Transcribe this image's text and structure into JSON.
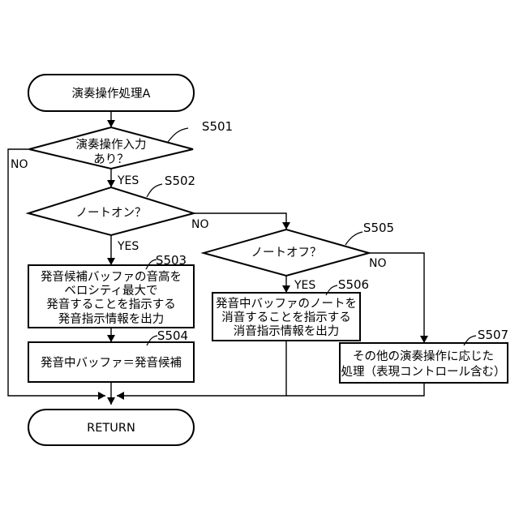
{
  "start": {
    "label": "演奏操作処理A"
  },
  "end": {
    "label": "RETURN"
  },
  "decisions": {
    "s501": {
      "step": "S501",
      "lines": [
        "演奏操作入力",
        "あり？"
      ]
    },
    "s502": {
      "step": "S502",
      "lines": [
        "ノートオン？"
      ]
    },
    "s505": {
      "step": "S505",
      "lines": [
        "ノートオフ？"
      ]
    }
  },
  "processes": {
    "s503": {
      "step": "S503",
      "lines": [
        "発音候補バッファの音高を",
        "ベロシティ最大で",
        "発音することを指示する",
        "発音指示情報を出力"
      ]
    },
    "s504": {
      "step": "S504",
      "lines": [
        "発音中バッファ＝発音候補"
      ]
    },
    "s506": {
      "step": "S506",
      "lines": [
        "発音中バッファのノートを",
        "消音することを指示する",
        "消音指示情報を出力"
      ]
    },
    "s507": {
      "step": "S507",
      "lines": [
        "その他の演奏操作に応じた",
        "処理（表現コントロール含む）"
      ]
    }
  },
  "branch_labels": {
    "s501_yes": "YES",
    "s501_no": "NO",
    "s502_yes": "YES",
    "s502_no": "NO",
    "s505_yes": "YES",
    "s505_no": "NO"
  }
}
